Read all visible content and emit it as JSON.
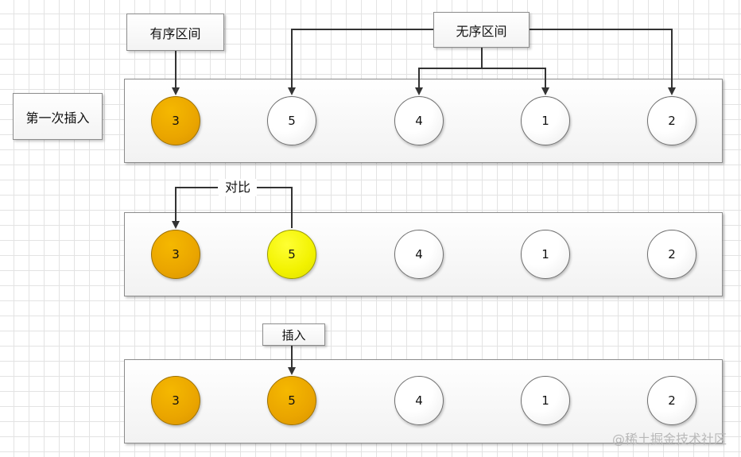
{
  "labels": {
    "ordered_region": "有序区间",
    "unordered_region": "无序区间",
    "first_insert": "第一次插入",
    "compare": "对比",
    "insert": "插入"
  },
  "rows": [
    {
      "circles": [
        {
          "value": "3",
          "style": "orange"
        },
        {
          "value": "5",
          "style": "white"
        },
        {
          "value": "4",
          "style": "white"
        },
        {
          "value": "1",
          "style": "white"
        },
        {
          "value": "2",
          "style": "white"
        }
      ]
    },
    {
      "circles": [
        {
          "value": "3",
          "style": "orange"
        },
        {
          "value": "5",
          "style": "yellow"
        },
        {
          "value": "4",
          "style": "white"
        },
        {
          "value": "1",
          "style": "white"
        },
        {
          "value": "2",
          "style": "white"
        }
      ]
    },
    {
      "circles": [
        {
          "value": "3",
          "style": "orange"
        },
        {
          "value": "5",
          "style": "orange"
        },
        {
          "value": "4",
          "style": "white"
        },
        {
          "value": "1",
          "style": "white"
        },
        {
          "value": "2",
          "style": "white"
        }
      ]
    }
  ],
  "colors": {
    "orange": "#eaa500",
    "yellow": "#f2f200",
    "white": "#ffffff",
    "line": "#333333"
  },
  "watermark": "@稀土掘金技术社区"
}
